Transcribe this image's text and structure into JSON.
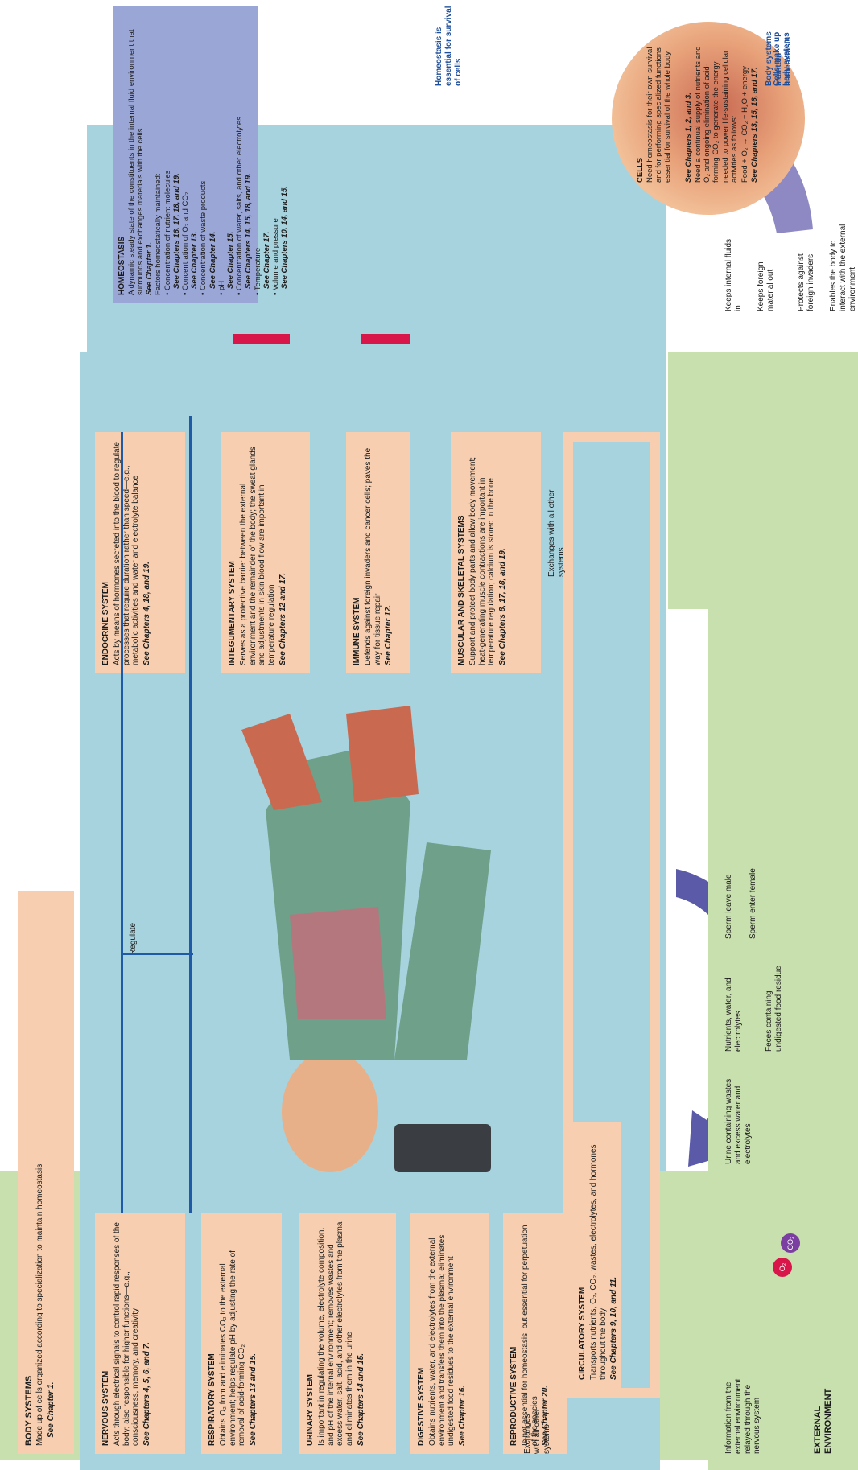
{
  "body_systems": {
    "title": "BODY SYSTEMS",
    "subtitle": "Made up of cells organized according to specialization to maintain homeostasis",
    "see": "See Chapter 1."
  },
  "regulate_label": "Regulate",
  "systems": {
    "nervous": {
      "title": "NERVOUS SYSTEM",
      "body": "Acts through electrical signals to control rapid responses of the body; also responsible for higher functions—e.g., consciousness, memory, and creativity",
      "see": "See Chapters 4, 5, 6, and 7."
    },
    "respiratory": {
      "title": "RESPIRATORY SYSTEM",
      "body": "Obtains O₂ from and eliminates CO₂ to the external environment; helps regulate pH by adjusting the rate of removal of acid-forming CO₂",
      "see": "See Chapters 13 and 15."
    },
    "urinary": {
      "title": "URINARY SYSTEM",
      "body": "Is important in regulating the volume, electrolyte composition, and pH of the internal environment; removes wastes and excess water, salt, acid, and other electrolytes from the plasma and eliminates them in the urine",
      "see": "See Chapters 14 and 15."
    },
    "digestive": {
      "title": "DIGESTIVE SYSTEM",
      "body": "Obtains nutrients, water, and electrolytes from the external environment and transfers them into the plasma; eliminates undigested food residues to the external environment",
      "see": "See Chapter 16."
    },
    "reproductive": {
      "title": "REPRODUCTIVE SYSTEM",
      "body": "Is not essential for homeostasis, but essential for perpetuation of the species",
      "see": "See Chapter 20."
    },
    "endocrine": {
      "title": "ENDOCRINE SYSTEM",
      "body": "Acts by means of hormones secreted into the blood to regulate processes that require duration rather than speed—e.g., metabolic activities and water and electrolyte balance",
      "see": "See Chapters 4, 18, and 19."
    },
    "integumentary": {
      "title": "INTEGUMENTARY SYSTEM",
      "body": "Serves as a protective barrier between the external environment and the remainder of the body; the sweat glands and adjustments in skin blood flow are important in temperature regulation",
      "see": "See Chapters 12 and 17."
    },
    "immune": {
      "title": "IMMUNE SYSTEM",
      "body": "Defends against foreign invaders and cancer cells; paves the way for tissue repair",
      "see": "See Chapter 12."
    },
    "musculoskeletal": {
      "title": "MUSCULAR AND SKELETAL SYSTEMS",
      "body": "Support and protect body parts and allow body movement; heat-generating muscle contractions are important in temperature regulation; calcium is stored in the bone",
      "see": "See Chapters 8, 17, 18, and 19."
    },
    "circulatory": {
      "title": "CIRCULATORY SYSTEM",
      "body": "Transports nutrients, O₂, CO₂, wastes, electrolytes, and hormones throughout the body",
      "see": "See Chapters 9, 10, and 11."
    }
  },
  "exchanges_label": "Exchanges with all other systems",
  "external": {
    "title": "EXTERNAL ENVIRONMENT",
    "nervous_info": "Information from the external environment relayed through the nervous system",
    "o2": "O₂",
    "co2": "CO₂",
    "urine": "Urine containing wastes and excess water and electrolytes",
    "nutrients": "Nutrients, water, and electrolytes",
    "feces": "Feces containing undigested food residue",
    "sperm_leave": "Sperm leave male",
    "sperm_enter": "Sperm enter female",
    "keeps_in": "Keeps internal fluids in",
    "keeps_out": "Keeps foreign material out",
    "protects": "Protects against foreign invaders",
    "enables": "Enables the body to interact with the external environment"
  },
  "homeostasis": {
    "title": "HOMEOSTASIS",
    "intro": "A dynamic steady state of the constituents in the internal fluid environment that surrounds and exchanges materials with the cells",
    "see": "See Chapter 1.",
    "factors_label": "Factors homeostatically maintained:",
    "factors": [
      {
        "text": "Concentration of nutrient molecules",
        "see": "See Chapters 16, 17, 18, and 19."
      },
      {
        "text": "Concentration of O₂ and CO₂",
        "see": "See Chapter 13."
      },
      {
        "text": "Concentration of waste products",
        "see": "See Chapter 14."
      },
      {
        "text": "pH",
        "see": "See Chapter 15."
      },
      {
        "text": "Concentration of water, salts, and other electrolytes",
        "see": "See Chapters 14, 15, 18, and 19."
      },
      {
        "text": "Temperature",
        "see": "See Chapter 17."
      },
      {
        "text": "Volume and pressure",
        "see": "See Chapters 10, 14, and 15."
      }
    ]
  },
  "cells": {
    "title": "CELLS",
    "p1": "Need homeostasis for their own survival and for performing specialized functions essential for survival of the whole body",
    "see1": "See Chapters 1, 2, and 3.",
    "p2": "Need a continual supply of nutrients and O₂ and ongoing elimination of acid-forming CO₂ to generate the energy needed to power life-sustaining cellular activities as follows:",
    "equation": "Food + O₂ → CO₂ + H₂O + energy",
    "see2": "See Chapters 13, 15, 16, and 17."
  },
  "cycle": {
    "body_systems_maintain": "Body systems maintain homeostasis",
    "homeostasis_essential": "Homeostasis is essential for survival of cells",
    "cells_make_up": "Cells make up body systems"
  },
  "colors": {
    "internal": "#a7d3de",
    "external": "#c8dfae",
    "box": "#f7cfb0",
    "homeostasis": "#9aa6d6",
    "arrow": "#6a6ab2",
    "line": "#1e5aa8",
    "red": "#d8164a"
  }
}
